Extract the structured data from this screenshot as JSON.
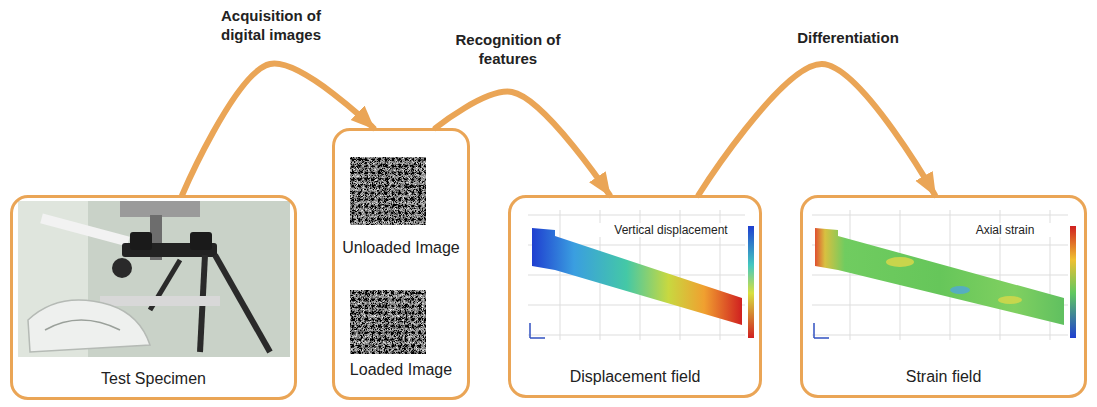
{
  "diagram": {
    "nodes": [
      {
        "text": [
          "Test Specimen"
        ]
      },
      {
        "text": [
          "Unloaded Image",
          "Loaded Image"
        ]
      },
      {
        "text": [
          "Vertical displacement",
          "Displacement field"
        ]
      },
      {
        "text": [
          "Axial strain",
          "Strain field"
        ]
      }
    ],
    "edges": [
      {
        "from": 0,
        "to": 1,
        "arrow": "to",
        "label": "Acquisition of digital images"
      },
      {
        "from": 1,
        "to": 2,
        "arrow": "to",
        "label": "Recognition of features"
      },
      {
        "from": 2,
        "to": 3,
        "arrow": "to",
        "label": "Differentiation"
      }
    ]
  }
}
